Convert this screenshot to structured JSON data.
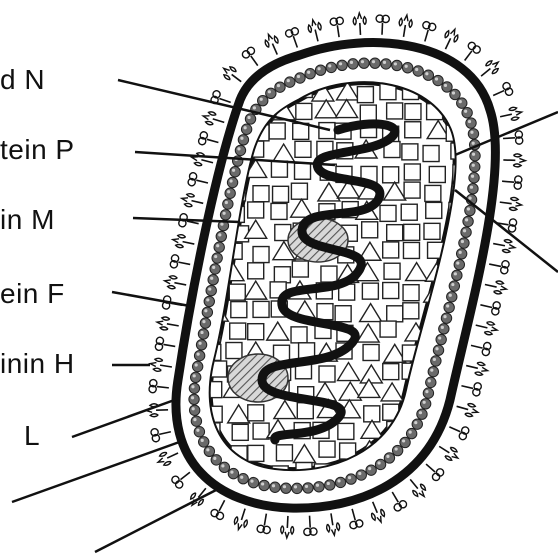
{
  "labels": {
    "nucleocapsid": "d  N",
    "phosphoprotein": "tein  P",
    "matrix": "in  M",
    "fusion": "ein  F",
    "hemagglutinin": "inin  H",
    "large": "L"
  },
  "colors": {
    "ink": "#111111",
    "envelope_bead": "#555555",
    "hatch": "#7a7a7a",
    "background": "#ffffff"
  }
}
